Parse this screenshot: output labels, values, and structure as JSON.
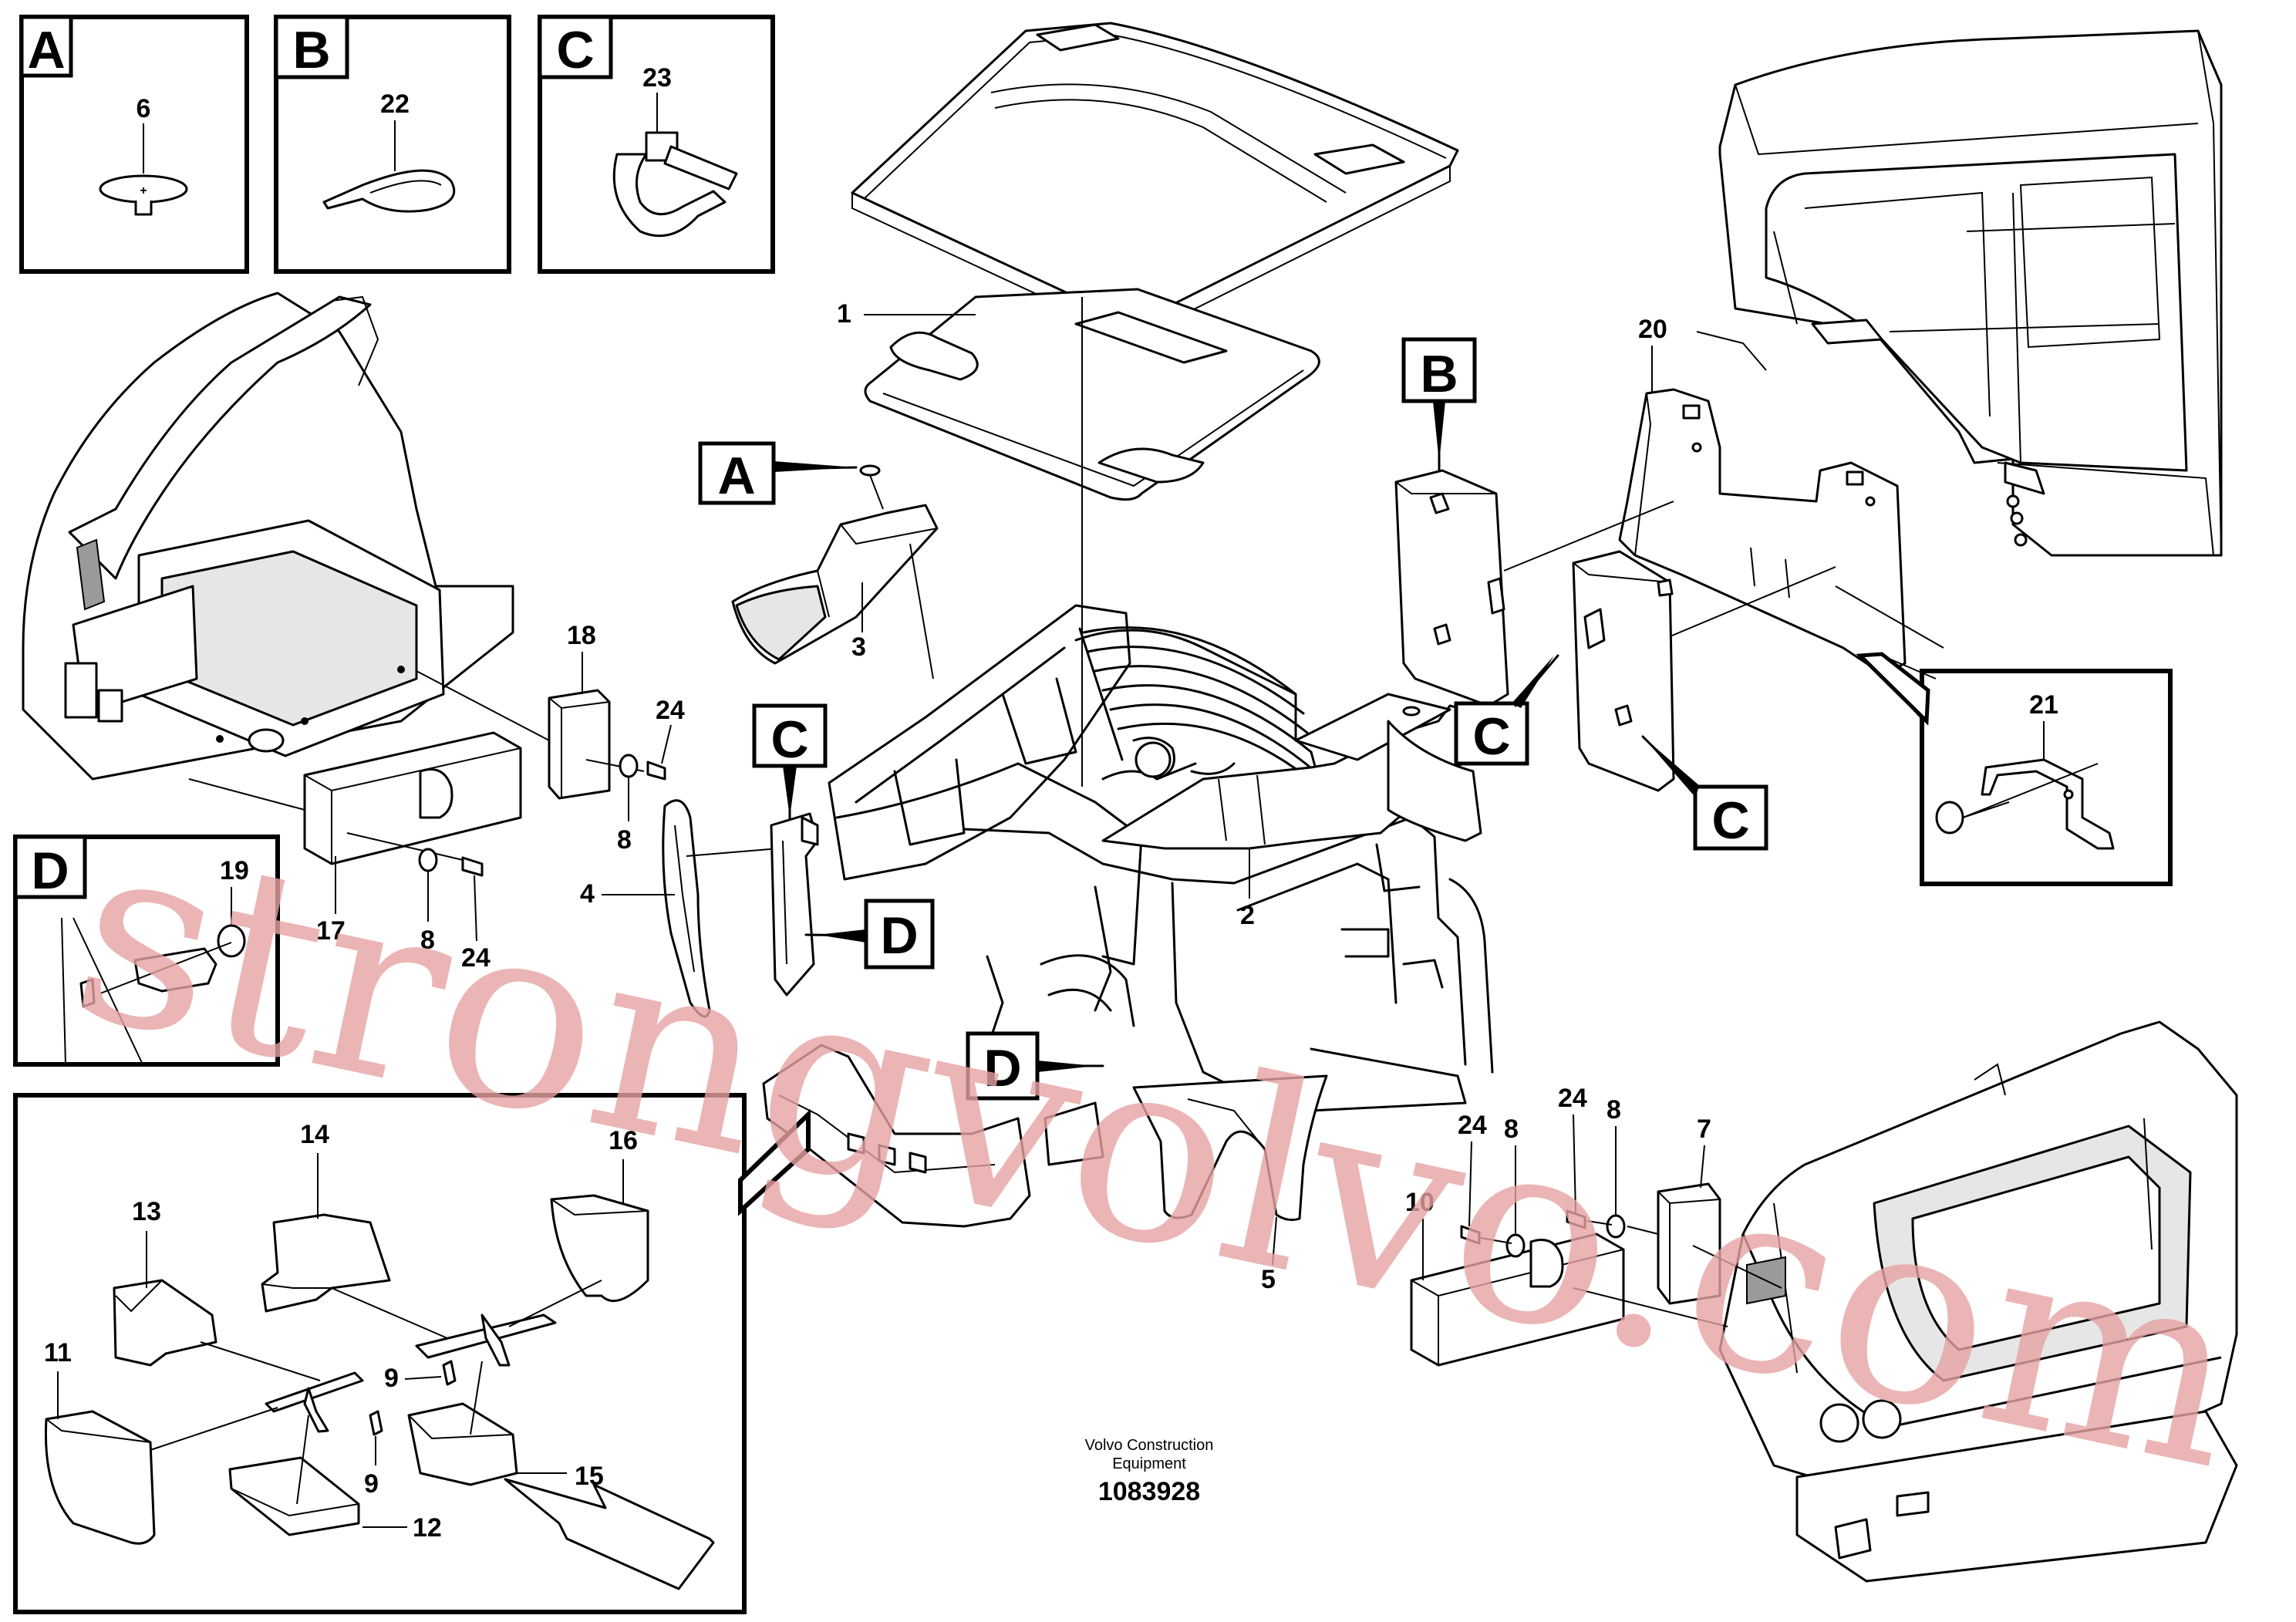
{
  "detail_labels": {
    "a": "A",
    "b": "B",
    "c": "C",
    "d": "D"
  },
  "callouts": {
    "n1": "1",
    "n2": "2",
    "n3": "3",
    "n4": "4",
    "n5": "5",
    "n6": "6",
    "n7": "7",
    "n8": "8",
    "n9": "9",
    "n10": "10",
    "n11": "11",
    "n12": "12",
    "n13": "13",
    "n14": "14",
    "n15": "15",
    "n16": "16",
    "n17": "17",
    "n18": "18",
    "n19": "19",
    "n20": "20",
    "n21": "21",
    "n22": "22",
    "n23": "23",
    "n24": "24"
  },
  "caption": {
    "line1": "Volvo Construction",
    "line2": "Equipment"
  },
  "figure_number": "1083928",
  "watermark": "strongvolvo.com",
  "colors": {
    "line": "#000000",
    "watermark": "#e7a3a3"
  }
}
